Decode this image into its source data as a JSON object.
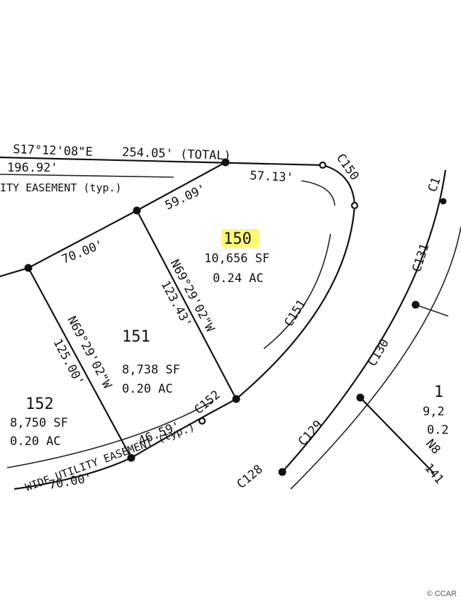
{
  "plat": {
    "boundary_bearing": "S17°12'08\"E",
    "boundary_total": "254.05' (TOTAL)",
    "seg_196": "196.92'",
    "easement_top": "ITY EASEMENT (typ.)",
    "seg_57": "57.13'",
    "seg_59": "59.09'",
    "seg_70": "70.00'",
    "curve_c150": "C150",
    "curve_c151": "C151",
    "curve_c152": "C152",
    "curve_c131": "C131",
    "curve_c130": "C130",
    "curve_c129": "C129",
    "curve_c128": "C128",
    "curve_c1_partial": "C1",
    "lot150": {
      "number": "150",
      "area_sf": "10,656 SF",
      "area_ac": "0.24 AC"
    },
    "lot151": {
      "number": "151",
      "area_sf": "8,738 SF",
      "area_ac": "0.20 AC"
    },
    "lot152": {
      "number": "152",
      "area_sf": "8,750 SF",
      "area_ac": "0.20 AC"
    },
    "lot_right": {
      "number": "1",
      "area_sf": "9,2",
      "area_ac": "0.2"
    },
    "bearing_150_151": "N69°29'02\"W",
    "dist_150_151": "123.43'",
    "bearing_151_152": "N69°29'02\"W",
    "dist_151_152": "125.00'",
    "easement_bottom": "WIDE UTILITY EASEMENT (typ.)",
    "seg_46": "46.59'",
    "seg_bottom_70": "70.00'",
    "right_bearing": "N8",
    "right_dist": "141"
  },
  "watermark": "© CCAR",
  "highlight_color": "#fff200"
}
